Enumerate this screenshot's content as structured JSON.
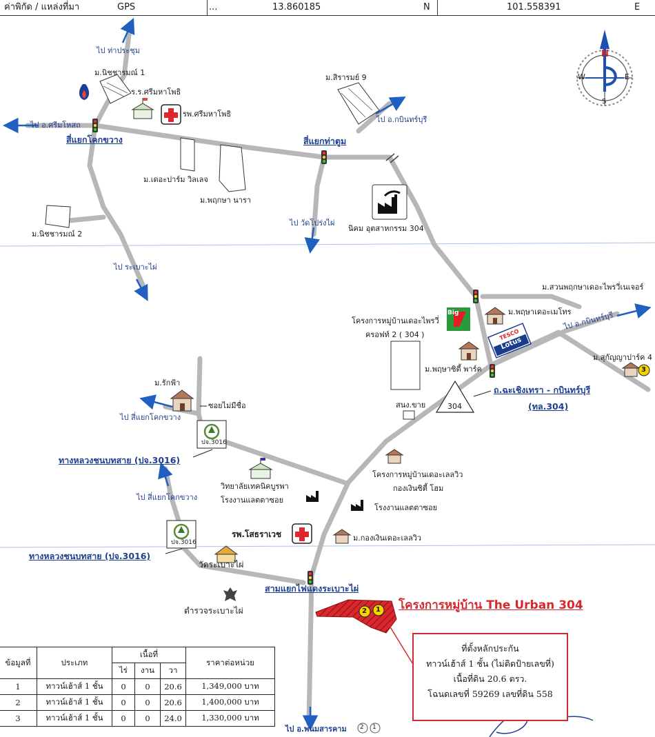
{
  "header": {
    "coord_label": "ค่าพิกัด / แหล่งที่มา",
    "gps": "GPS",
    "lat_prefix": "...",
    "lat": "13.860185",
    "lat_unit": "N",
    "lon": "101.558391",
    "lon_unit": "E"
  },
  "compass": {
    "n": "N",
    "s": "S",
    "e": "E",
    "w": "W"
  },
  "labels": {
    "to_tha_pra_chum": "ไป ท่าประชุม",
    "nitcharam1": "ม.นิชชารมณ์ 1",
    "school": "ร.ร.ศรีมหาโพธิ",
    "hospital_srimahaphot": "รพ.ศรีมหาโพธิ",
    "to_srimahaphot": "ไป อ.ศรีมโหสถ",
    "junction_khok_khwang": "สี่แยกโคกขวาง",
    "sirarom9": "ม.สิรารมย์ 9",
    "to_kabinburi_1": "ไป อ.กบินทร์บุรี",
    "junction_tha_tum": "สี่แยกท่าตูม",
    "the_farm": "ม.เดอะปาร์ม วิลเลจ",
    "pruksa_nara": "ม.พฤกษา นารา",
    "to_wat_prong_phai": "ไป วัดโปร่งไผ่",
    "industrial_estate": "นิคม อุตสาหกรรม 304",
    "nitcharam2": "ม.นิชชารมณ์ 2",
    "to_rabao_phai": "ไป ระเบาะไผ่",
    "suan_pruksa": "ม.สวนพฤกษาเดอะไพรวี่เนเจอร์",
    "pruksa_metro": "ม.พฤษาเดอะเมโทร",
    "to_kabinburi_2": "ไป อ.กบินทร์บุรี",
    "the_private": "โครงการหมู่บ้านเดอะไพรวี่",
    "crossover": "ครอฟท์ 2 ( 304 )",
    "sukanya": "ม.สุกัญญาปาร์ค 4",
    "pruksa_city": "ม.พฤษาซิตี้ พาร์ค",
    "road_304_name": "ถ.ฉะเชิงเทรา - กบินทร์บุรี",
    "road_304_code": "(ทล.304)",
    "route_304": "304",
    "ban_rak_fa": "ม.รักฟ้า",
    "unnamed_soi": "ซอยไม่มีชื่อ",
    "to_khok_khwang_1": "ไป สี่แยกโคกขวาง",
    "post_office": "สนง.ขาย",
    "pc3016_a": "ปจ.3016",
    "rural_road_1": "ทางหลวงชนบทสาย (ปจ.3016)",
    "lake_view": "โครงการหมู่บ้านเดอะเลลวิว",
    "ngern_city": "กองเงินซิตี้ โฮม",
    "tech_college": "วิทยาลัยเทคนิคบูรพา",
    "factory_1": "โรงงานแลตตาซอย",
    "factory_2": "โรงงานแลตตาซอย",
    "to_khok_khwang_2": "ไป สี่แยกโคกขวาง",
    "hospital_sothara": "รพ.โสธราเวช",
    "kong_ngern": "ม.กองเงินเดอะเลลวิว",
    "pc3016_b": "ปจ.3016",
    "rural_road_2": "ทางหลวงชนบทสาย (ปจ.3016)",
    "wat_rabao_phai": "วัดระเบาะไผ่",
    "junction_lights": "สามแยกไฟแดงระเบาะไผ่",
    "police": "ตำรวจระเบาะไผ่",
    "to_phanom": "ไป อ.พนมสารคาม"
  },
  "project_title": "โครงการหมู่บ้าน The Urban 304",
  "markers": [
    "1",
    "2",
    "3"
  ],
  "lotus_brand": {
    "top": "TESCO",
    "bottom": "Lotus"
  },
  "big_c": "Big",
  "note_box": {
    "line1": "ที่ตั้งหลักประกัน",
    "line2": "ทาวน์เฮ้าส์ 1 ชั้น (ไม่ติดป้ายเลขที่)",
    "line3": "เนื้อที่ดิน 20.6 ตรว.",
    "line4": "โฉนดเลขที่ 59269 เลขที่ดิน 558"
  },
  "property_table": {
    "headers": {
      "no": "ข้อมูลที่",
      "type": "ประเภท",
      "area": "เนื้อที่",
      "rai": "ไร่",
      "ngan": "งาน",
      "wa": "วา",
      "price": "ราคาต่อหน่วย"
    },
    "rows": [
      {
        "no": "1",
        "type": "ทาวน์เฮ้าส์ 1 ชั้น",
        "rai": "0",
        "ngan": "0",
        "wa": "20.6",
        "price": "1,349,000 บาท"
      },
      {
        "no": "2",
        "type": "ทาวน์เฮ้าส์ 1 ชั้น",
        "rai": "0",
        "ngan": "0",
        "wa": "20.6",
        "price": "1,400,000 บาท"
      },
      {
        "no": "3",
        "type": "ทาวน์เฮ้าส์ 1 ชั้น",
        "rai": "0",
        "ngan": "0",
        "wa": "24.0",
        "price": "1,330,000 บาท"
      }
    ]
  }
}
